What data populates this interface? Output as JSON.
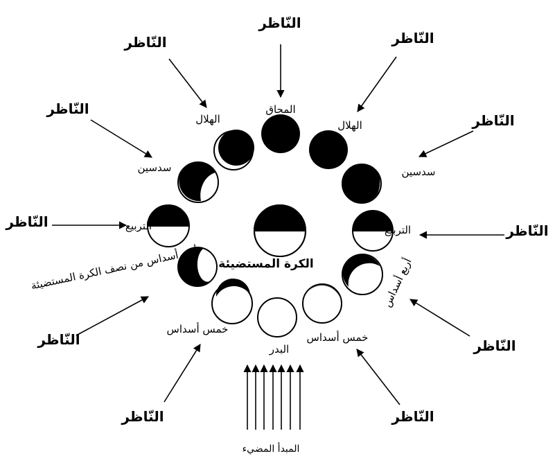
{
  "observer_label": "النّاظر",
  "center_label": "الكرة المستضيئة",
  "sun_label": "المبدأ المضيء",
  "phases": {
    "new_moon": "المحاق",
    "crescent_right": "الهلال",
    "crescent_left": "الهلال",
    "sixths_right": "سدسين",
    "sixths_left": "سدسين",
    "quarter_right": "التربيع",
    "quarter_left": "التربيع",
    "four_sixths_right": "أربع أسداس",
    "four_sixths_left": "أربع أسداس من نصف الكرة المستضيئة",
    "five_sixths_right": "خمس أسداس",
    "five_sixths_left": "خمس أسداس",
    "full_moon": "البدر"
  },
  "colors": {
    "ink": "#000000",
    "paper": "#ffffff"
  }
}
